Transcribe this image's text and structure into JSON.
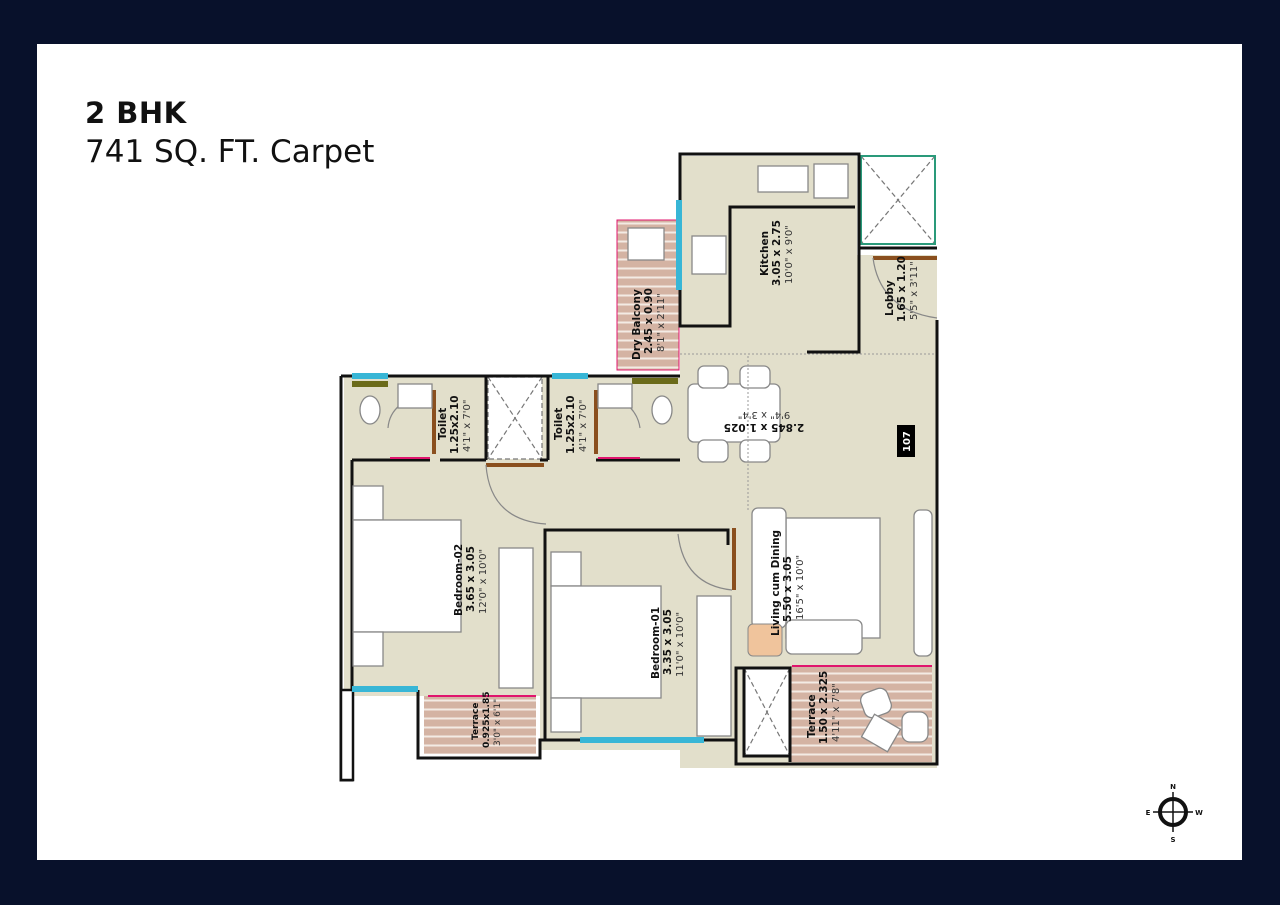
{
  "header": {
    "title": "2 BHK",
    "subtitle": "741 SQ. FT. Carpet"
  },
  "unit_number": "107",
  "colors": {
    "background": "#08112b",
    "panel": "#ffffff",
    "floor": "#e2dfcb",
    "wall": "#111111",
    "deck": "#d4b3a3",
    "window": "#38b6d6",
    "threshold": "#e0156e",
    "door": "#8a4f1e"
  },
  "rooms": [
    {
      "id": "kitchen",
      "name": "Kitchen",
      "metric": "3.05 x 2.75",
      "imperial": "10'0\" x 9'0\""
    },
    {
      "id": "lobby",
      "name": "Lobby",
      "metric": "1.65 x 1.20",
      "imperial": "5'5\" x 3'11\""
    },
    {
      "id": "dry-balcony",
      "name": "Dry Balcony",
      "metric": "2.45 x 0.90",
      "imperial": "8'1\" x 2'11\""
    },
    {
      "id": "toilet-1",
      "name": "Toilet",
      "metric": "1.25x2.10",
      "imperial": "4'1\" x 7'0\""
    },
    {
      "id": "toilet-2",
      "name": "Toilet",
      "metric": "1.25x2.10",
      "imperial": "4'1\" x 7'0\""
    },
    {
      "id": "dining",
      "name": "",
      "metric": "2.845 x 1.025",
      "imperial": "9'4\" x 3'4\""
    },
    {
      "id": "bedroom-02",
      "name": "Bedroom-02",
      "metric": "3.65 x 3.05",
      "imperial": "12'0\" x 10'0\""
    },
    {
      "id": "bedroom-01",
      "name": "Bedroom-01",
      "metric": "3.35 x 3.05",
      "imperial": "11'0\" x 10'0\""
    },
    {
      "id": "living",
      "name": "Living cum Dining",
      "metric": "5.50 x 3.05",
      "imperial": "16'5\" x 10'0\""
    },
    {
      "id": "terrace-1",
      "name": "Terrace",
      "metric": "1.50 x 2.325",
      "imperial": "4'11\" x 7'8\""
    },
    {
      "id": "terrace-2",
      "name": "Terrace",
      "metric": "0.925x1.85",
      "imperial": "3'0\" x 6'1\""
    }
  ],
  "compass": {
    "n": "N",
    "s": "S",
    "e": "E",
    "w": "W"
  }
}
